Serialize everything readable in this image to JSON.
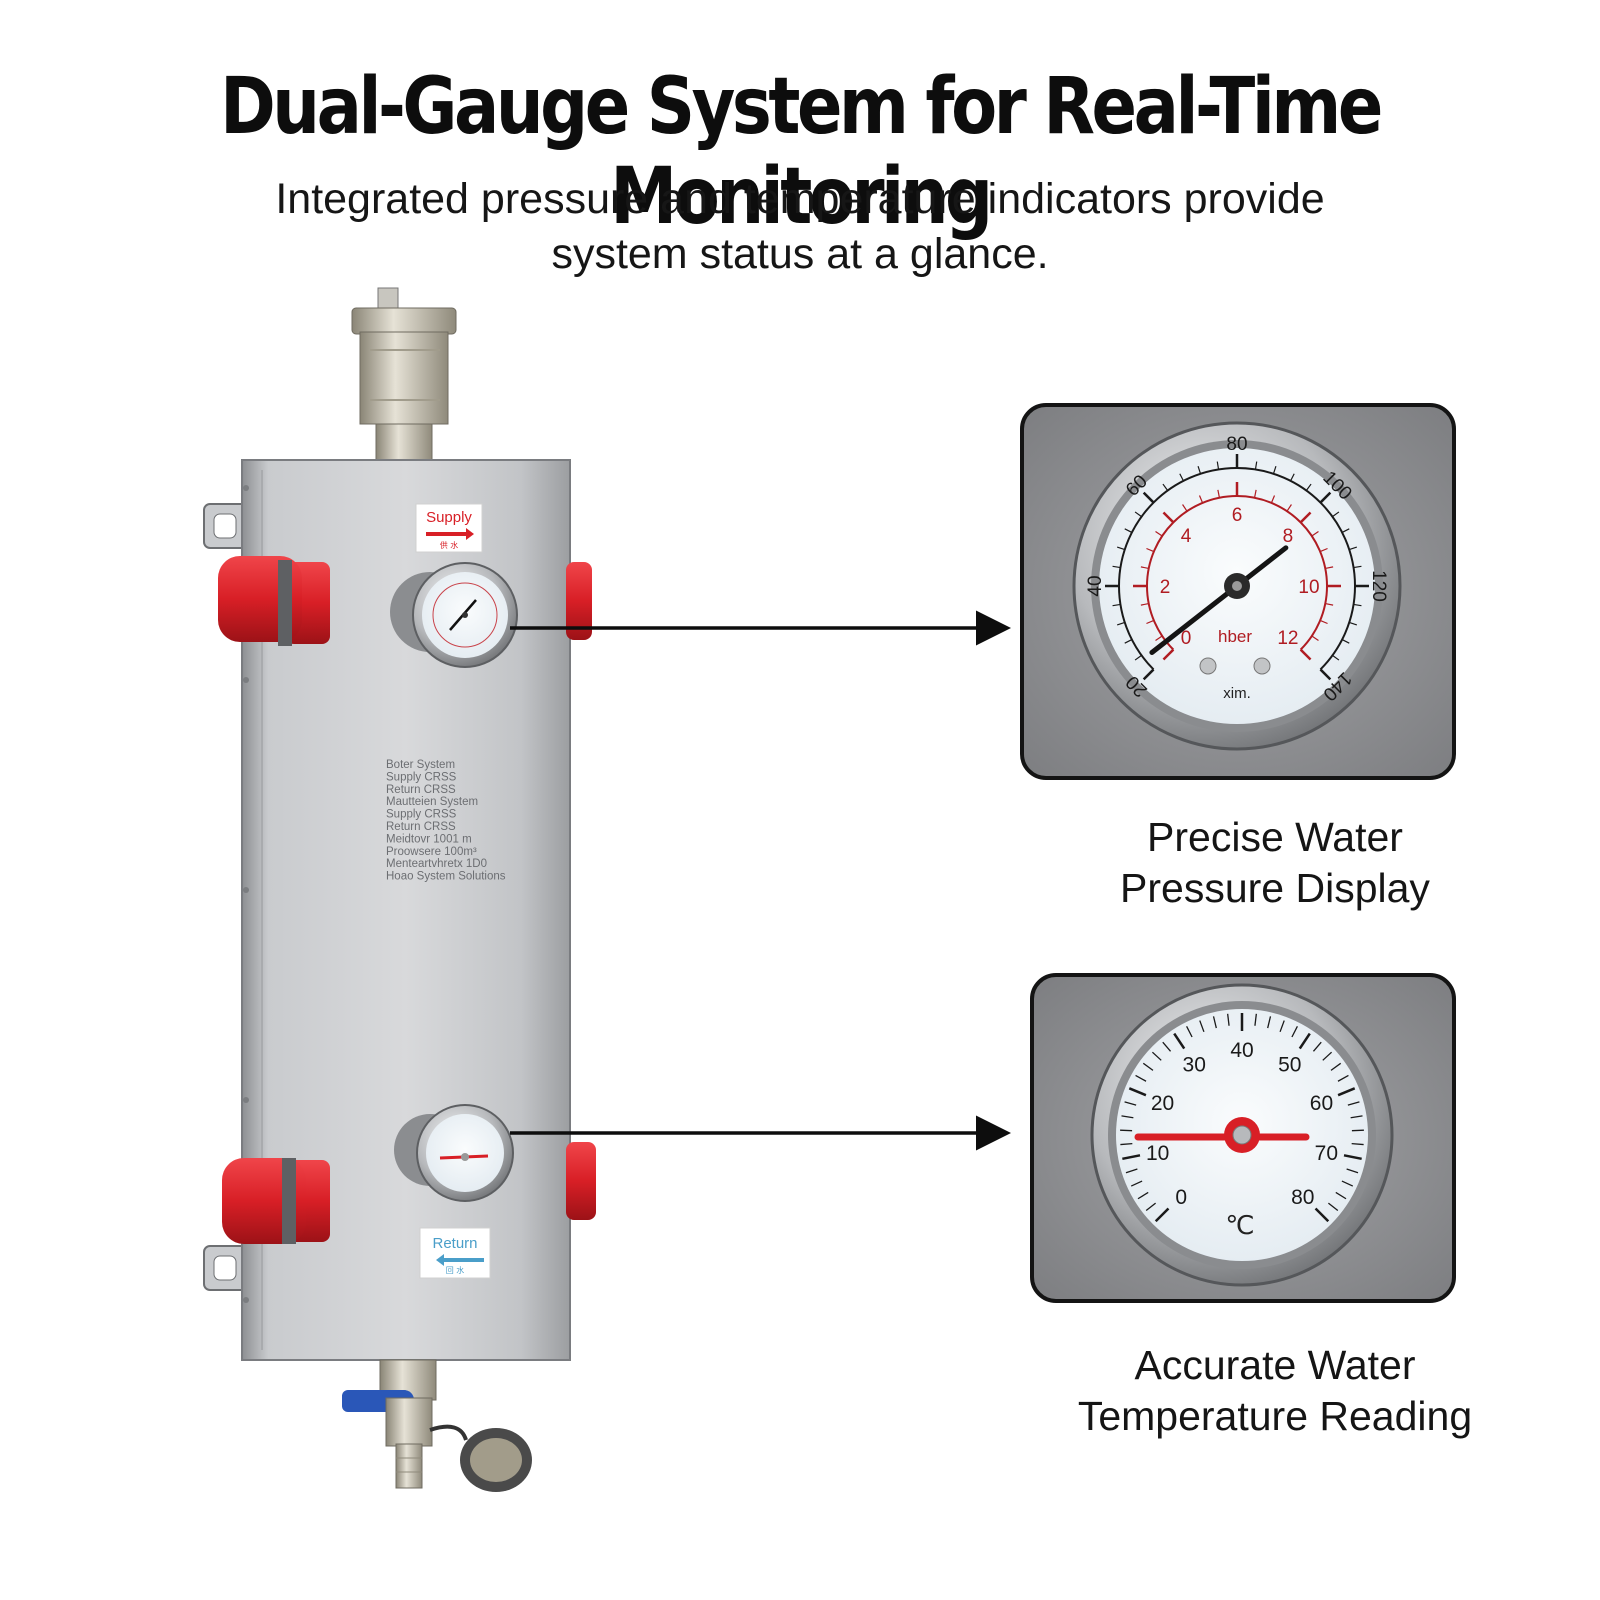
{
  "header": {
    "title": "Dual-Gauge System for Real-Time Monitoring",
    "subtitle_line1": "Integrated pressure and temperature indicators provide",
    "subtitle_line2": "system status at a glance."
  },
  "device": {
    "supply_label": "Supply",
    "supply_sub": "供 水",
    "return_label": "Return",
    "return_sub": "回 水",
    "plate_lines": [
      "Boter System",
      "Supply CRSS",
      "Return CRSS",
      "Mautteien System",
      "Supply CRSS",
      "Return CRSS",
      "Meidtovr 1001 m",
      "Proowsere 100m³",
      "Menteartvhretx 1D0",
      "Hoao System Solutions"
    ]
  },
  "pressure_gauge": {
    "outer_ticks": [
      "20",
      "40",
      "60",
      "80",
      "100",
      "120",
      "140"
    ],
    "inner_ticks": [
      "0",
      "2",
      "4",
      "6",
      "8",
      "10",
      "12"
    ],
    "unit_text": "hber",
    "brand_text": "xim.",
    "caption_line1": "Precise Water",
    "caption_line2": "Pressure Display"
  },
  "temperature_gauge": {
    "ticks": [
      "0",
      "10",
      "20",
      "30",
      "40",
      "50",
      "60",
      "70",
      "80"
    ],
    "unit_text": "℃",
    "caption_line1": "Accurate Water",
    "caption_line2": "Temperature Reading"
  },
  "colors": {
    "accent_red": "#d81f26",
    "steel": "#b9bbbe",
    "panel_bg": "#8e8f92",
    "valve_handle": "#2a57b8"
  }
}
